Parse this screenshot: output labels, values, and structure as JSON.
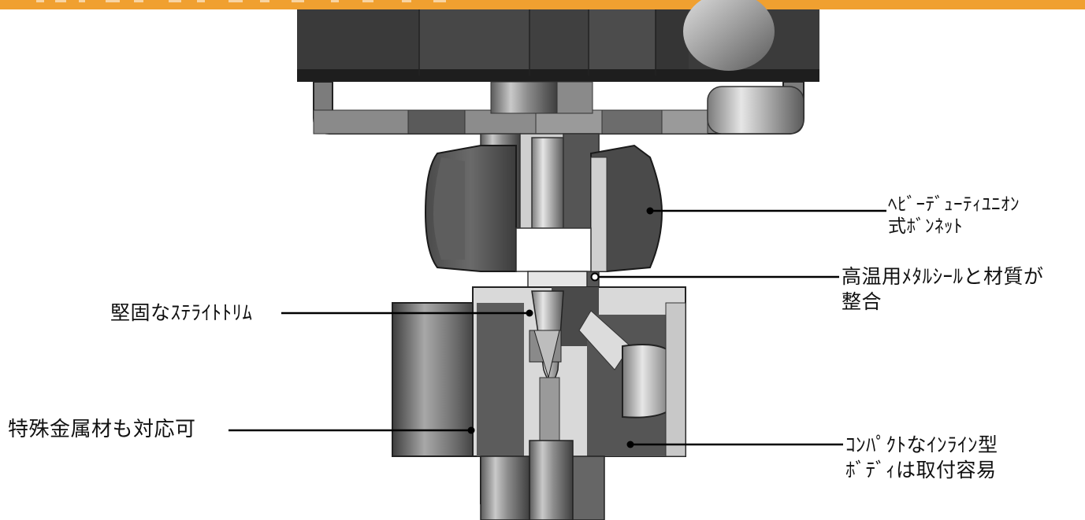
{
  "colors": {
    "banner": "#f0a030",
    "background": "#ffffff",
    "metal_dark": "#3a3a3a",
    "metal_mid": "#6a6a6a",
    "metal_light": "#bdbdbd",
    "section_face": "#d8d8d8",
    "leader": "#000000"
  },
  "callouts": {
    "bonnet": {
      "line1": "ﾍﾋﾞｰﾃﾞｭｰﾃｨﾕﾆｵﾝ",
      "line2": "式ﾎﾞﾝﾈｯﾄ"
    },
    "metal_seal": {
      "line1": "高温用ﾒﾀﾙｼｰﾙと材質が",
      "line2": "整合"
    },
    "trim": {
      "line1": "堅固なｽﾃﾗｲﾄﾄﾘﾑ"
    },
    "materials": {
      "line1": "特殊金属材も対応可"
    },
    "body": {
      "line1": "ｺﾝﾊﾟｸﾄなｲﾝﾗｲﾝ型",
      "line2": "ﾎﾞﾃﾞｨは取付容易"
    }
  }
}
